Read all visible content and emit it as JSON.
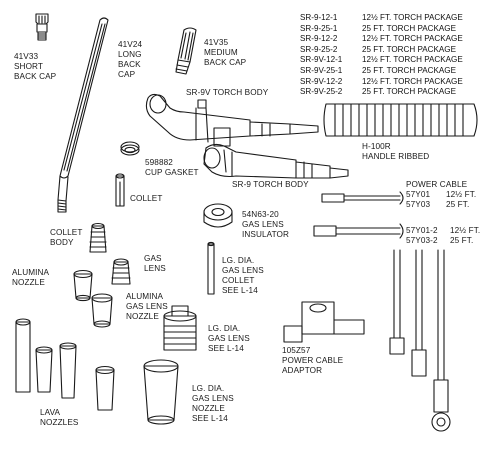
{
  "labels": {
    "short_back_cap": [
      "41V33",
      "SHORT",
      "BACK CAP"
    ],
    "long_back_cap": [
      "41V24",
      "LONG",
      "BACK",
      "CAP"
    ],
    "medium_back_cap": [
      "41V35",
      "MEDIUM",
      "BACK CAP"
    ],
    "sr9v_torch_body": [
      "SR-9V  TORCH BODY"
    ],
    "cup_gasket": [
      "598882",
      "CUP GASKET"
    ],
    "collet": [
      "COLLET"
    ],
    "sr9_torch_body": [
      "SR-9   TORCH BODY"
    ],
    "handle_ribbed": [
      "H-100R",
      "HANDLE RIBBED"
    ],
    "power_cable_title": [
      "POWER CABLE"
    ],
    "gas_lens_insulator": [
      "54N63-20",
      "GAS LENS",
      "INSULATOR"
    ],
    "collet_body": [
      "COLLET",
      "BODY"
    ],
    "gas_lens": [
      "GAS",
      "LENS"
    ],
    "lg_collet": [
      "LG. DIA.",
      "GAS LENS",
      "COLLET",
      "SEE L-14"
    ],
    "alumina_nozzle": [
      "ALUMINA",
      "NOZZLE"
    ],
    "alumina_gas_lens_nozzle": [
      "ALUMINA",
      "GAS LENS",
      "NOZZLE"
    ],
    "lg_gas_lens": [
      "LG. DIA.",
      "GAS LENS",
      "SEE L-14"
    ],
    "power_cable_adaptor": [
      "105Z57",
      "POWER CABLE",
      "ADAPTOR"
    ],
    "lava_nozzles": [
      "LAVA",
      "NOZZLES"
    ],
    "lg_nozzle": [
      "LG. DIA.",
      "GAS LENS",
      "NOZZLE",
      "SEE L-14"
    ]
  },
  "torch_packages": [
    {
      "code": "SR-9-12-1",
      "desc": "12½ FT. TORCH PACKAGE"
    },
    {
      "code": "SR-9-25-1",
      "desc": "25 FT. TORCH PACKAGE"
    },
    {
      "code": "SR-9-12-2",
      "desc": "12½ FT. TORCH PACKAGE"
    },
    {
      "code": "SR-9-25-2",
      "desc": "25 FT. TORCH PACKAGE"
    },
    {
      "code": "SR-9V-12-1",
      "desc": "12½ FT. TORCH PACKAGE"
    },
    {
      "code": "SR-9V-25-1",
      "desc": "25 FT. TORCH PACKAGE"
    },
    {
      "code": "SR-9V-12-2",
      "desc": "12½ FT. TORCH PACKAGE"
    },
    {
      "code": "SR-9V-25-2",
      "desc": "25 FT. TORCH PACKAGE"
    }
  ],
  "power_cables": [
    {
      "code": "57Y01",
      "length": "12½ FT."
    },
    {
      "code": "57Y03",
      "length": "25 FT."
    },
    {
      "code": "57Y01-2",
      "length": "12½ FT."
    },
    {
      "code": "57Y03-2",
      "length": "25 FT."
    }
  ],
  "colors": {
    "ink": "#1a1a1a",
    "paper": "#ffffff"
  }
}
